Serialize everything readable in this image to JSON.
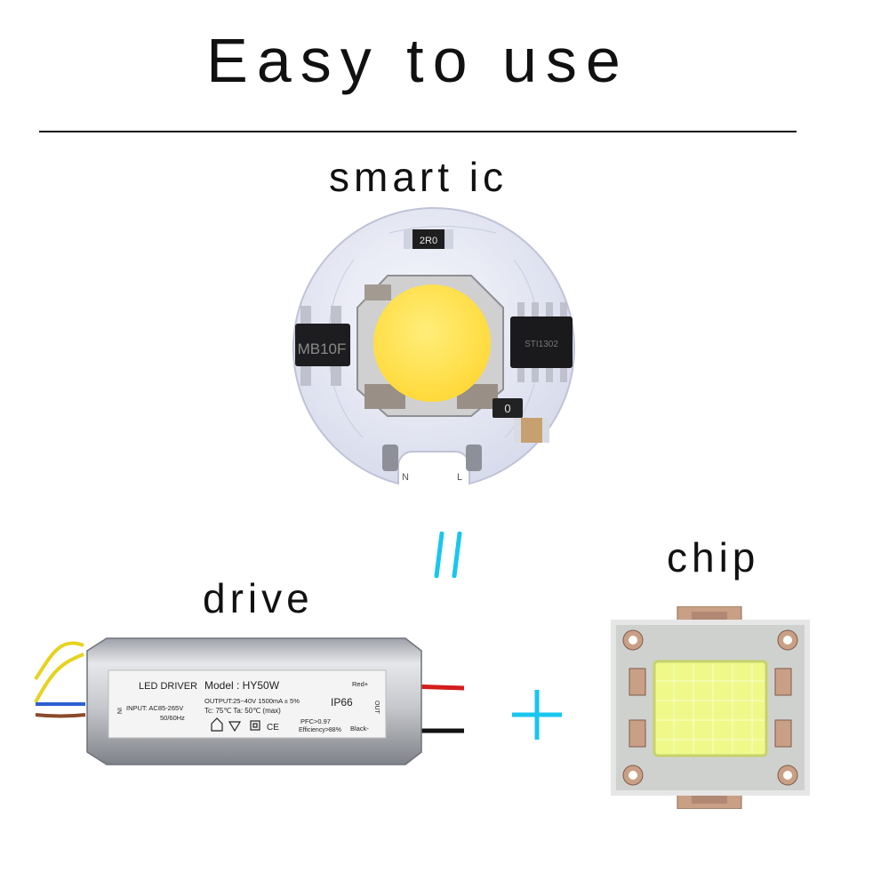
{
  "heading": {
    "title": "Easy to use"
  },
  "captions": {
    "smart_ic": "smart ic",
    "drive": "drive",
    "chip": "chip"
  },
  "colors": {
    "accent_cyan": "#19c6f0",
    "led_yellow": "#ffe65a",
    "led_white": "#eef98a",
    "copper": "#c9a085"
  },
  "smart_ic_board": {
    "resistor_label": "2R0",
    "left_chip_label": "MB10F",
    "right_chip_label": "STI1302",
    "small_component_label": "0",
    "pin_n": "N",
    "pin_l": "L"
  },
  "driver_label": {
    "brand": "LED DRIVER",
    "model": "Model : HY50W",
    "output": "OUTPUT:25~40V   1500mA ± 5%",
    "input": "INPUT: AC85-265V",
    "freq": "50/60Hz",
    "temps": "Tc: 75℃   Ta: 50℃ (max)",
    "rating": "IP66",
    "red_wire": "Red+",
    "black_wire": "Black-",
    "pfc": "PFC>0.97",
    "efficiency": "Efficiency>88%",
    "in_mark": "IN",
    "out_mark": "OUT",
    "ce_mark": "CE"
  },
  "operators": {
    "equals": "=",
    "plus": "+"
  }
}
